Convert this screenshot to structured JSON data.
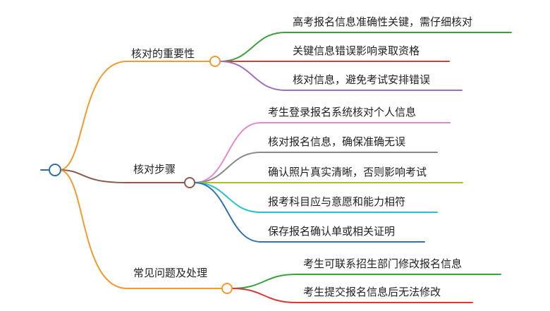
{
  "root": {
    "color": "#2f6f9f",
    "branches": [
      {
        "label": "核对的重要性",
        "color": "#f39a2e",
        "children": [
          {
            "label": "高考报名信息准确性关键，需仔细核对",
            "color": "#3aa13a"
          },
          {
            "label": "关键信息错误影响录取资格",
            "color": "#d63a3a"
          },
          {
            "label": "核对信息，避免考试安排错误",
            "color": "#9b6fc2"
          }
        ]
      },
      {
        "label": "核对步骤",
        "color": "#8d5a4a",
        "children": [
          {
            "label": "考生登录报名系统核对个人信息",
            "color": "#e48ac8"
          },
          {
            "label": "核对报名信息，确保准确无误",
            "color": "#8a8a8a"
          },
          {
            "label": "确认照片真实清晰，否则影响考试",
            "color": "#b6ba2e"
          },
          {
            "label": "报考科目应与意愿和能力相符",
            "color": "#2ec0cc"
          },
          {
            "label": "保存报名确认单或相关证明",
            "color": "#2f73b0"
          }
        ]
      },
      {
        "label": "常见问题及处理",
        "color": "#f39a2e",
        "children": [
          {
            "label": "考生可联系招生部门修改报名信息",
            "color": "#3aa13a"
          },
          {
            "label": "考生提交报名信息后无法修改",
            "color": "#d63a3a"
          }
        ]
      }
    ]
  }
}
